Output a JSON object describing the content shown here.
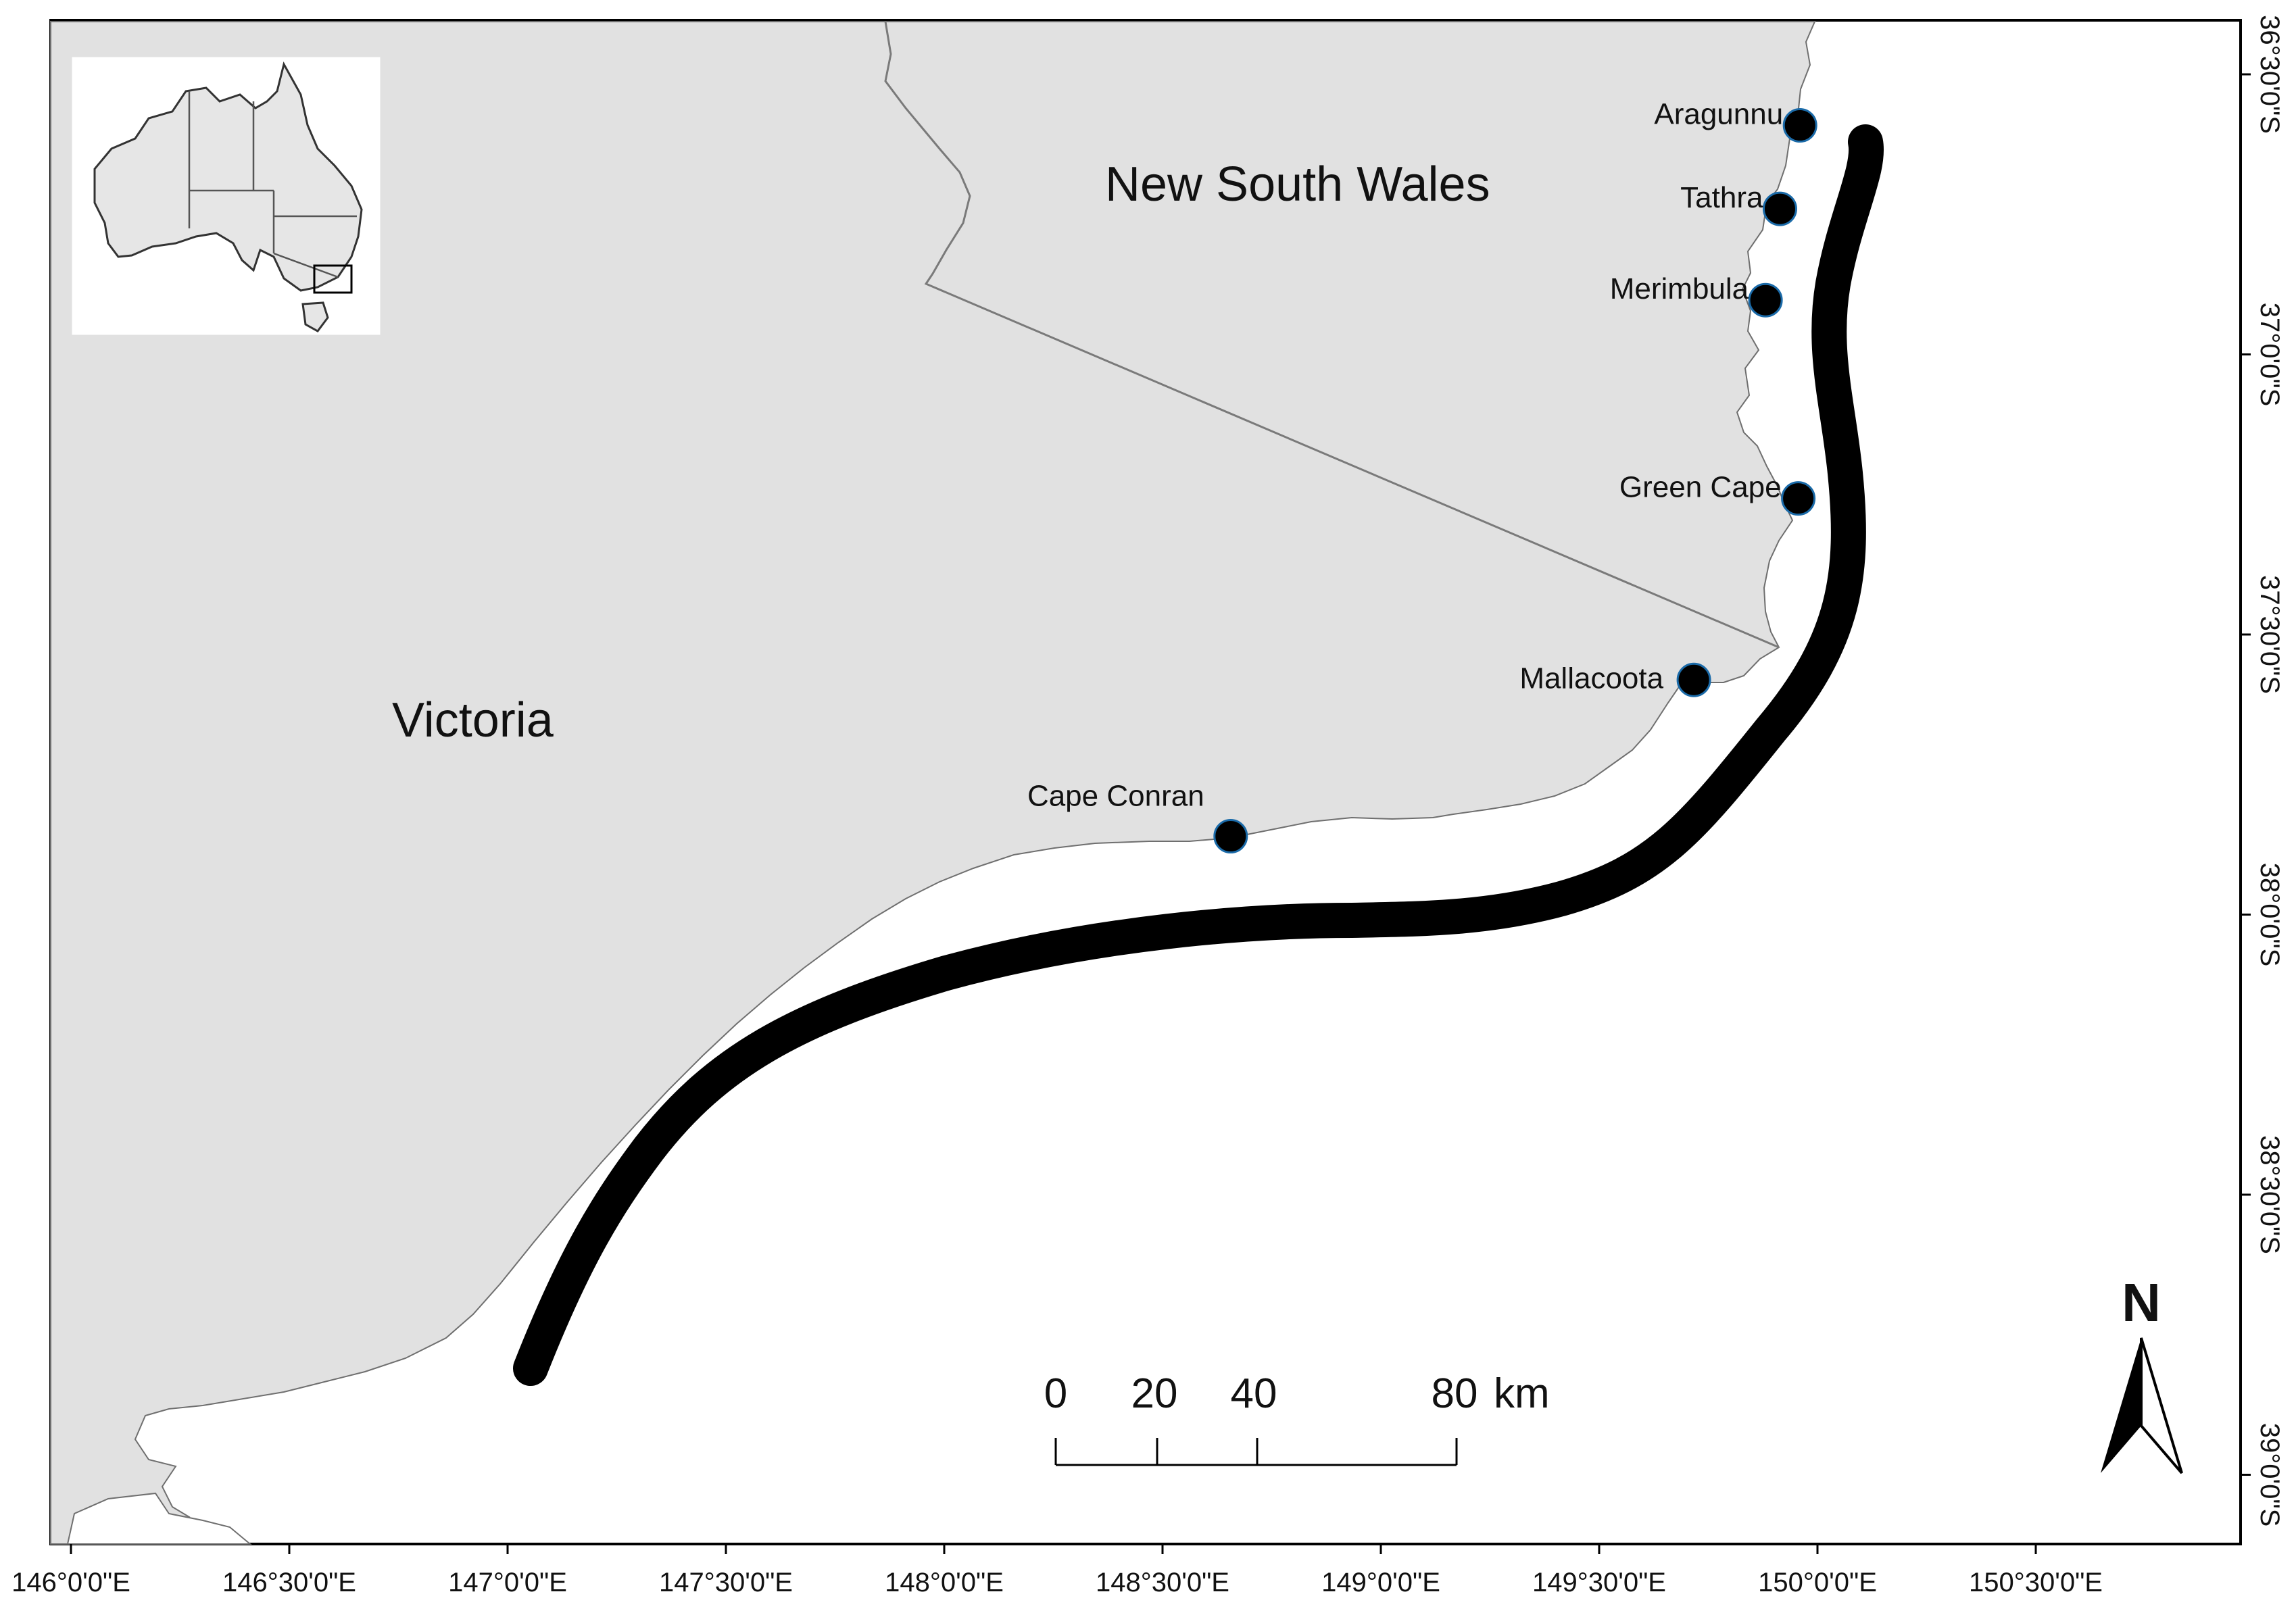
{
  "regions": [
    {
      "id": "nsw",
      "label": "New South Wales"
    },
    {
      "id": "vic",
      "label": "Victoria"
    }
  ],
  "sites": [
    {
      "id": "aragunnu",
      "label": "Aragunnu",
      "lon": 149.957,
      "lat": -36.567
    },
    {
      "id": "tathra",
      "label": "Tathra",
      "lon": 149.911,
      "lat": -36.716
    },
    {
      "id": "merimbula",
      "label": "Merimbula",
      "lon": 149.878,
      "lat": -36.879
    },
    {
      "id": "green-cape",
      "label": "Green Cape",
      "lon": 149.953,
      "lat": -37.233
    },
    {
      "id": "mallacoota",
      "label": "Mallacoota",
      "lon": 149.714,
      "lat": -37.557
    },
    {
      "id": "cape-conran",
      "label": "Cape Conran",
      "lon": 148.654,
      "lat": -37.836
    }
  ],
  "axes": {
    "x_ticks": [
      "146°0'0\"E",
      "146°30'0\"E",
      "147°0'0\"E",
      "147°30'0\"E",
      "148°0'0\"E",
      "148°30'0\"E",
      "149°0'0\"E",
      "149°30'0\"E",
      "150°0'0\"E",
      "150°30'0\"E"
    ],
    "y_ticks": [
      "36°30'0\"S",
      "37°0'0\"S",
      "37°30'0\"S",
      "38°0'0\"S",
      "38°30'0\"S",
      "39°0'0\"S"
    ]
  },
  "scale_bar": {
    "labels": [
      "0",
      "20",
      "40",
      "80"
    ],
    "unit": "km"
  },
  "north_arrow": {
    "label": "N"
  },
  "colors": {
    "land": "#e1e1e1",
    "sea": "#ffffff",
    "border": "#7a7a7a",
    "marker": "#000000",
    "current": "#000000"
  }
}
